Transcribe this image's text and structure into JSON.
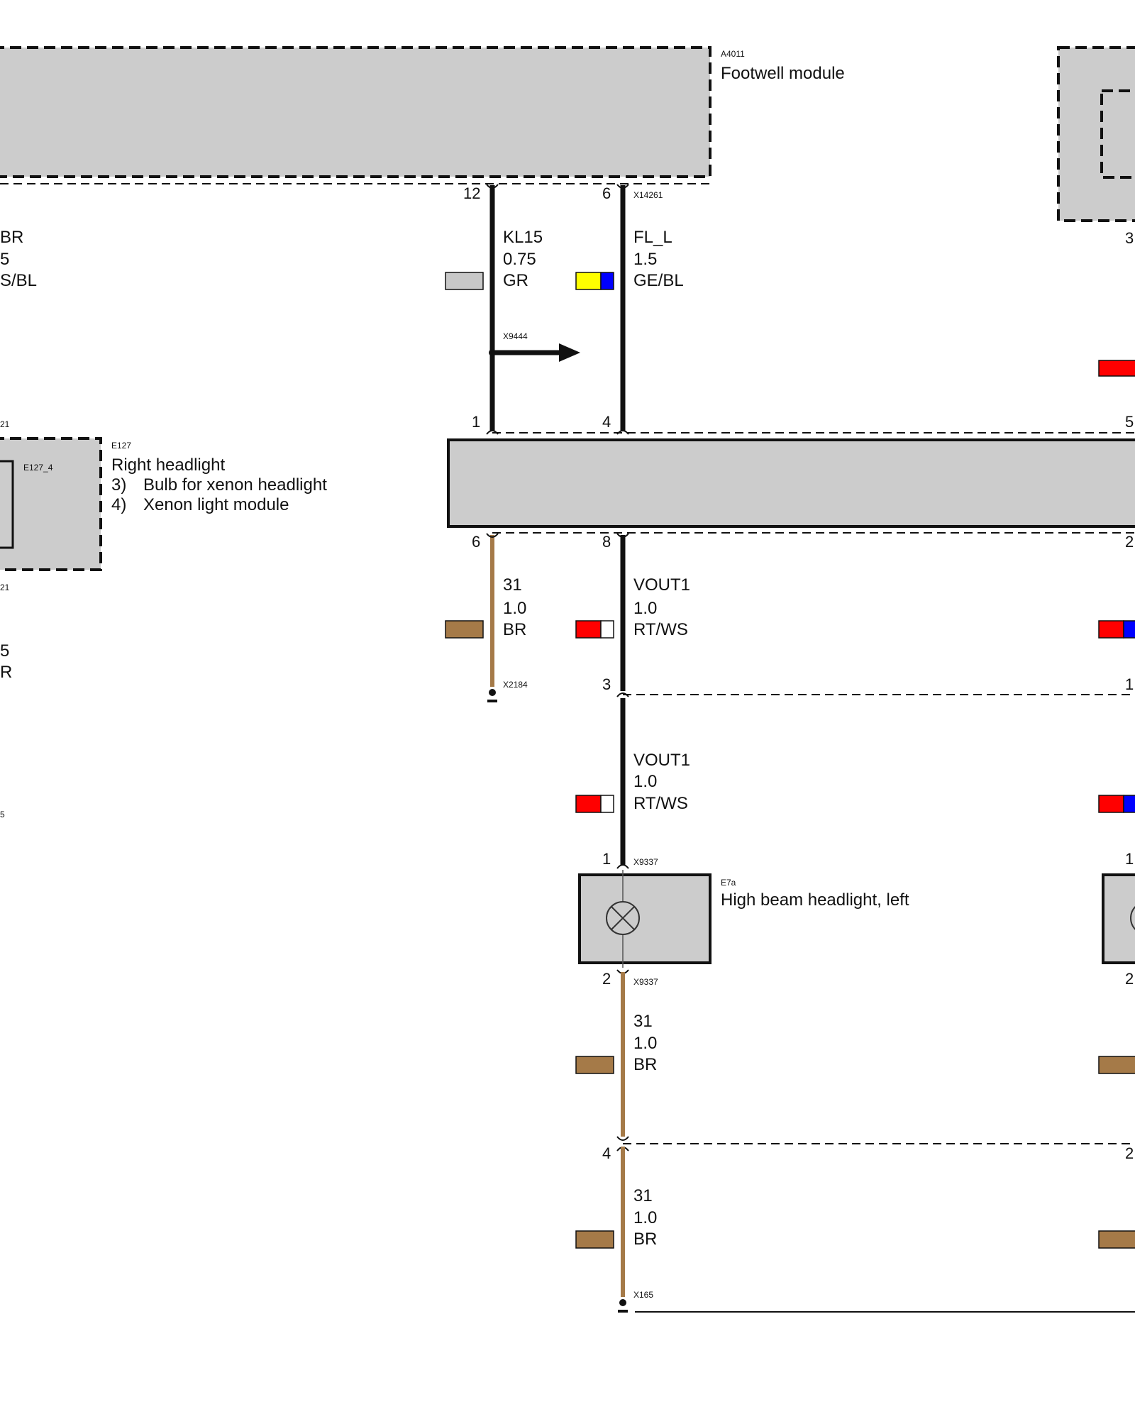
{
  "components": {
    "footwell_module": {
      "ref": "A4011",
      "name": "Footwell module",
      "connector": "X14261"
    },
    "right_headlight": {
      "ref": "E127",
      "name": "Right headlight",
      "sub_ref": "E127_4",
      "notes": [
        {
          "num": "3)",
          "text": "Bulb for xenon headlight"
        },
        {
          "num": "4)",
          "text": "Xenon light module"
        }
      ],
      "partial_refs": [
        "21",
        "21"
      ]
    },
    "high_beam_left": {
      "ref": "E7a",
      "name": "High beam headlight, left",
      "connector": "X9337"
    }
  },
  "pins": {
    "fm_12": "12",
    "fm_6": "6",
    "mid_top_1": "1",
    "mid_top_4": "4",
    "mid_top_5": "5",
    "mid_bot_6": "6",
    "mid_bot_8": "8",
    "mid_bot_2": "2",
    "conn_3": "3",
    "conn_1_right": "1",
    "hb_1": "1",
    "hb_2": "2",
    "hb_right_1": "1",
    "hb_right_2": "2",
    "conn_4": "4",
    "conn_2_right": "2",
    "right_box_3": "3"
  },
  "connectors": {
    "splice": "X9444",
    "ground_1": "X2184",
    "ground_2": "X165",
    "hb_pin1": "X9337",
    "hb_pin2": "X9337"
  },
  "wires": {
    "left_partial": [
      "BR",
      "5",
      "S/BL"
    ],
    "left_partial_2": [
      "5",
      "R"
    ],
    "left_partial_3": "5",
    "kl15": {
      "signal": "KL15",
      "gauge": "0.75",
      "color": "GR",
      "swatch": [
        "#c8c8c8"
      ]
    },
    "fl_l": {
      "signal": "FL_L",
      "gauge": "1.5",
      "color": "GE/BL",
      "swatch": [
        "#ffff00",
        "#0000ff"
      ]
    },
    "gnd_a": {
      "signal": "31",
      "gauge": "1.0",
      "color": "BR",
      "swatch": [
        "#a57a48"
      ]
    },
    "vout1_a": {
      "signal": "VOUT1",
      "gauge": "1.0",
      "color": "RT/WS",
      "swatch": [
        "#ff0000",
        "#ffffff"
      ]
    },
    "vout1_b": {
      "signal": "VOUT1",
      "gauge": "1.0",
      "color": "RT/WS",
      "swatch": [
        "#ff0000",
        "#ffffff"
      ]
    },
    "gnd_b": {
      "signal": "31",
      "gauge": "1.0",
      "color": "BR",
      "swatch": [
        "#a57a48"
      ]
    },
    "gnd_c": {
      "signal": "31",
      "gauge": "1.0",
      "color": "BR",
      "swatch": [
        "#a57a48"
      ]
    }
  },
  "colors": {
    "wire_black": "#111111",
    "wire_brown": "#a57a48",
    "component_fill": "#cccccc",
    "red": "#ff0000",
    "blue": "#0000ff",
    "brown": "#a57a48"
  }
}
